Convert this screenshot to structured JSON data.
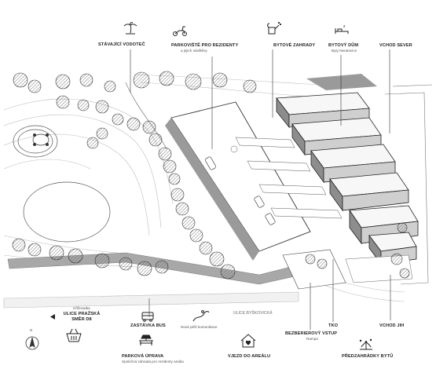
{
  "labels": {
    "stavajici_vodotec": "STÁVAJÍCÍ VODOTEČ",
    "parkoviste": "PARKOVIŠTĚ PRO REZIDENTY",
    "parkoviste_sub": "a jejich návštěvy",
    "bytove_zahrady": "BYTOVÉ ZAHRADY",
    "bytovy_dum": "BYTOVÝ DŮM",
    "bytovy_dum_sub": "Byty Neratovice",
    "vchod_sever": "VCHOD SEVER",
    "ulice_byskovicka": "ULICE BYŠKOVICKÁ",
    "krizovatka_l1": "Křižovatka",
    "krizovatka_l2": "ULICE PRAŽSKÁ",
    "krizovatka_l3": "SMĚR D8",
    "zastavka_bus": "ZASTÁVKA BUS",
    "pesi_komunikace": "Nová pěší komunikace",
    "tko": "TKO",
    "vchod_jih": "VCHOD JIH",
    "bezbarierovy_vstup": "BEZBERIEROVÝ VSTUP",
    "bezbarierovy_sub": "Rampa",
    "parkova_uprava": "PARKOVÁ ÚPRAVA",
    "parkova_uprava_sub": "Společná zahrada pro rezidenty areálu",
    "vjezd": "VJEZD DO AREÁLU",
    "predzahradky": "PŘEDZAHRÁDKY BYTŮ",
    "north": "N"
  },
  "icons": [
    "palm-tree-icon",
    "scooter-icon",
    "watering-can-icon",
    "bed-icon",
    "bus-icon",
    "footpath-icon",
    "shopping-basket-icon",
    "park-bench-icon",
    "house-heart-icon",
    "garden-plant-icon",
    "north-arrow-icon"
  ],
  "colors": {
    "ink": "#222222",
    "shade": "#9c9c9c",
    "road": "#cfcfcf",
    "tree": "#3a3a3a"
  }
}
